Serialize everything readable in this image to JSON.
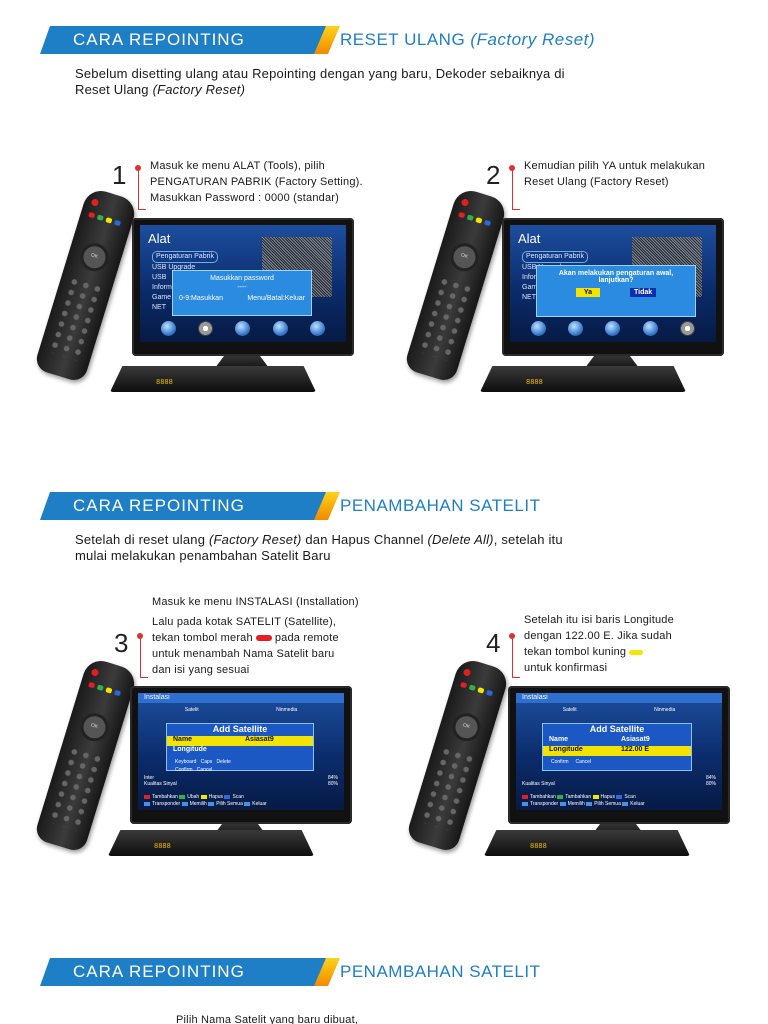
{
  "sections": [
    {
      "title": "CARA REPOINTING",
      "subtitle": "RESET ULANG",
      "subtitle_italic": "(Factory Reset)"
    },
    {
      "title": "CARA REPOINTING",
      "subtitle": "PENAMBAHAN SATELIT"
    },
    {
      "title": "CARA REPOINTING",
      "subtitle": "PENAMBAHAN SATELIT"
    }
  ],
  "intro1": {
    "line1": "Sebelum disetting ulang atau Repointing dengan yang baru, Dekoder sebaiknya di",
    "line2a": "Reset Ulang ",
    "line2b": "(Factory Reset)"
  },
  "intro2": {
    "a": "Setelah di reset ulang ",
    "b": "(Factory Reset)",
    "c": " dan Hapus Channel ",
    "d": "(Delete All)",
    "e": ", setelah itu",
    "line2": "mulai melakukan penambahan Satelit Baru"
  },
  "step1": {
    "number": "1",
    "lines": [
      "Masuk ke menu ALAT (Tools), pilih",
      "PENGATURAN PABRIK (Factory Setting).",
      "Masukkan Password : 0000 (standar)"
    ],
    "screen": {
      "title": "Alat",
      "menu": [
        "Pengaturan Pabrik",
        "USB Upgrade",
        "USB",
        "Informasi",
        "Game",
        "NET"
      ],
      "dialog_title": "Masukkan password",
      "dialog_value": "----",
      "dialog_hint_left": "0-9:Masukkan",
      "dialog_hint_right": "Menu/Batal:Keluar"
    }
  },
  "step2": {
    "number": "2",
    "lines": [
      "Kemudian pilih YA untuk melakukan",
      "Reset Ulang (Factory Reset)"
    ],
    "screen": {
      "title": "Alat",
      "menu": [
        "Pengaturan Pabrik",
        "USB Upgrade",
        "Informasi",
        "Game",
        "NET"
      ],
      "dialog_line1": "Akan melakukan pengaturan awal,",
      "dialog_line2": "lanjutkan?",
      "yes": "Ya",
      "no": "Tidak"
    }
  },
  "step3": {
    "number": "3",
    "pre": "Masuk ke menu INSTALASI (Installation)",
    "lines_a": "Lalu pada kotak SATELIT (Satellite),",
    "lines_b1": "tekan tombol merah",
    "lines_b2": "pada remote",
    "lines_c": "untuk menambah Nama Satelit baru",
    "lines_d": "dan isi yang sesuai",
    "screen": {
      "header": "Instalasi",
      "col1": "Satelit",
      "col2": "Ninmedia",
      "dlg_title": "Add Satellite",
      "name_label": "Name",
      "name_value": "Asiasat9",
      "long_label": "Longitude",
      "hint1": "Keyboard",
      "hint2": "Caps",
      "hint3": "Delete",
      "hint4": "Confirm",
      "hint5": "Cancel",
      "intensity": "Inter",
      "quality": "Kualitas Sinyal",
      "pct1": "84%",
      "pct2": "80%",
      "leg1": "Tambahkan",
      "leg2": "Ubah",
      "leg3": "Hapus",
      "leg4": "Scan",
      "leg5": "Transponder",
      "leg6": "Memilih",
      "leg7": "Pilih Semua",
      "leg8": "Keluar"
    }
  },
  "step4": {
    "number": "4",
    "line1": "Setelah itu isi baris Longitude",
    "line2": "dengan 122.00 E. Jika sudah",
    "line3": "tekan tombol kuning",
    "line4": "untuk konfirmasi",
    "screen": {
      "header": "Instalasi",
      "col1": "Satelit",
      "col2": "Ninmedia",
      "dlg_title": "Add Satellite",
      "name_label": "Name",
      "name_value": "Asiasat9",
      "long_label": "Longitude",
      "long_value": "122.00 E",
      "hint4": "Confirm",
      "hint5": "Cancel",
      "quality": "Kualitas Sinyal",
      "pct1": "84%",
      "pct2": "80%",
      "leg1": "Tambahkan",
      "leg2": "Tambahkan",
      "leg3": "Hapus",
      "leg4": "Scan",
      "leg5": "Transponder",
      "leg6": "Memilih",
      "leg7": "Pilih Semua",
      "leg8": "Keluar"
    }
  },
  "step5_text": "Pilih Nama Satelit yang baru dibuat,",
  "stb_display": "8888",
  "colors": {
    "accent_blue": "#1e7fc6",
    "accent_orange": "#f08a00",
    "leader_red": "#e03030"
  }
}
